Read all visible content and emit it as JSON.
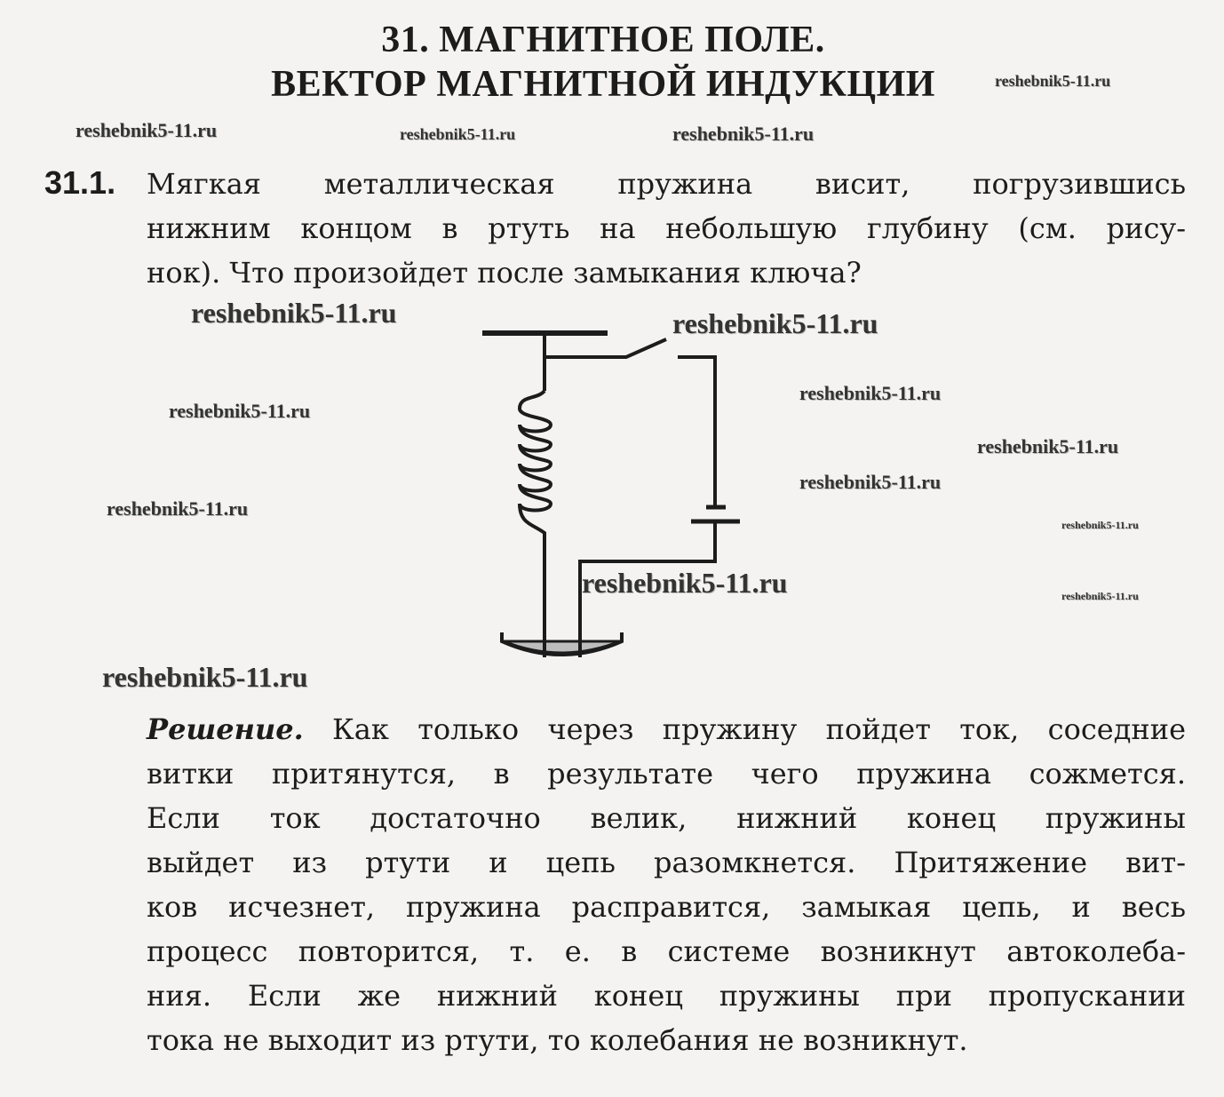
{
  "heading": {
    "line1": "31. МАГНИТНОЕ ПОЛЕ.",
    "line2": "ВЕКТОР МАГНИТНОЙ ИНДУКЦИИ"
  },
  "problem": {
    "number": "31.1.",
    "lines": [
      "Мягкая металлическая пружина висит, погрузившись",
      "нижним концом в ртуть на небольшую глубину (см. рису-",
      "нок). Что произойдет после замыкания ключа?"
    ]
  },
  "solution": {
    "label": "Решение.",
    "first_line_rest": " Как только через пружину пойдет ток, соседние",
    "lines": [
      "витки притянутся, в результате чего пружина сожмется.",
      "Если ток достаточно велик, нижний конец пружины",
      "выйдет из ртути и цепь разомкнется. Притяжение вит-",
      "ков исчезнет, пружина расправится, замыкая цепь, и весь",
      "процесс повторится, т. е. в системе возникнут автоколеба-",
      "ния. Если же нижний конец пружины при пропускании",
      "тока не выходит из ртути, то колебания не возникнут."
    ]
  },
  "watermarks": [
    "reshebnik5-11.ru",
    "reshebnik5-11.ru",
    "reshebnik5-11.ru",
    "reshebnik5-11.ru",
    "reshebnik5-11.ru",
    "reshebnik5-11.ru",
    "reshebnik5-11.ru",
    "reshebnik5-11.ru",
    "reshebnik5-11.ru",
    "reshebnik5-11.ru",
    "reshebnik5-11.ru",
    "reshebnik5-11.ru",
    "reshebnik5-11.ru",
    "reshebnik5-11.ru",
    "reshebnik5-11.ru"
  ],
  "colors": {
    "ink": "#1c1c1c",
    "paper": "#f4f3f1",
    "mercury": "#bdbdbd"
  }
}
